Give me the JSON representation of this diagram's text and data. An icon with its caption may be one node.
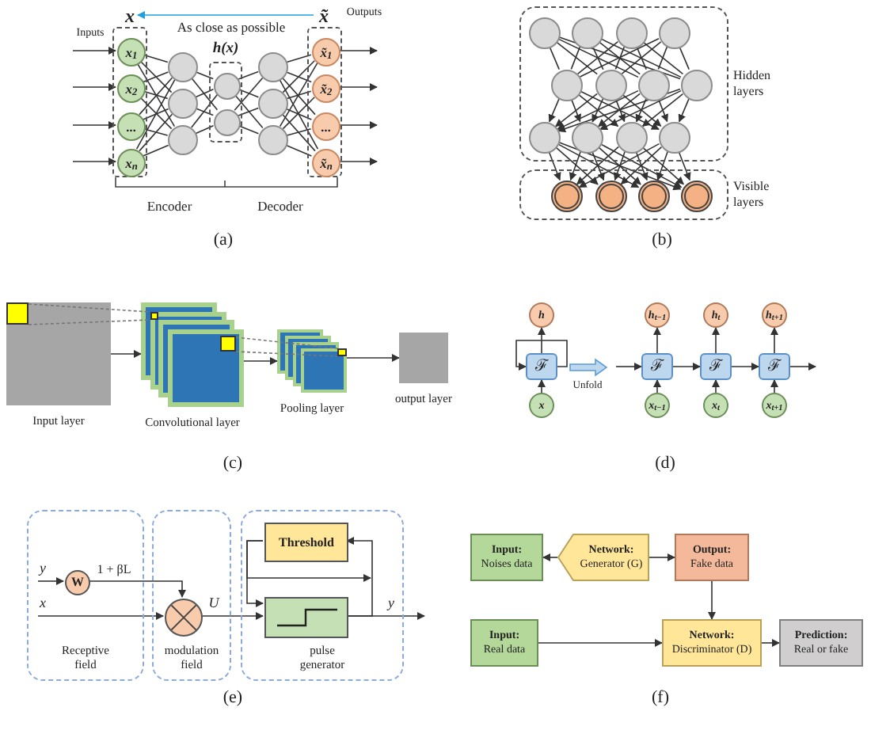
{
  "diagram": {
    "nodes": [
      {
        "text": [
          "x"
        ]
      },
      {
        "text": [
          "x̃"
        ]
      },
      {
        "text": [],
        "shape": "box"
      },
      {
        "text": [
          "x$_{1}$"
        ],
        "in": 2
      },
      {
        "text": [
          "x$_{2}$"
        ],
        "in": 2
      },
      {
        "text": [
          "..."
        ],
        "in": 2
      },
      {
        "text": [
          "x$_{n}$"
        ],
        "in": 2
      },
      {
        "text": [],
        "shape": "circle"
      },
      {
        "text": [],
        "shape": "circle"
      },
      {
        "text": [],
        "shape": "circle"
      },
      {
        "text": [
          "h(x)"
        ]
      },
      {
        "text": [],
        "shape": "circle",
        "in": 10
      },
      {
        "text": [],
        "shape": "circle",
        "in": 10
      },
      {
        "text": [],
        "shape": "circle"
      },
      {
        "text": [],
        "shape": "circle"
      },
      {
        "text": [],
        "shape": "circle"
      },
      {
        "text": [],
        "shape": "box"
      },
      {
        "text": [
          "x̃$_{1}$"
        ],
        "in": 16
      },
      {
        "text": [
          "x̃$_{2}$"
        ],
        "in": 16
      },
      {
        "text": [
          "..."
        ],
        "in": 16
      },
      {
        "text": [
          "x̃$_{n}$"
        ],
        "in": 16
      },
      {
        "text": [
          "Hidden layers"
        ]
      },
      {
        "text": [],
        "shape": "circle",
        "in": 21
      },
      {
        "text": [],
        "shape": "circle",
        "in": 21
      },
      {
        "text": [],
        "shape": "circle",
        "in": 21
      },
      {
        "text": [],
        "shape": "circle",
        "in": 21
      },
      {
        "text": [],
        "shape": "circle",
        "in": 21
      },
      {
        "text": [],
        "shape": "circle",
        "in": 21
      },
      {
        "text": [],
        "shape": "circle",
        "in": 21
      },
      {
        "text": [],
        "shape": "circle",
        "in": 21
      },
      {
        "text": [],
        "shape": "circle",
        "in": 21
      },
      {
        "text": [],
        "shape": "circle",
        "in": 21
      },
      {
        "text": [],
        "shape": "circle",
        "in": 21
      },
      {
        "text": [],
        "shape": "circle",
        "in": 21
      },
      {
        "text": [
          "Visible layers"
        ]
      },
      {
        "text": [],
        "shape": "circle",
        "in": 34
      },
      {
        "text": [],
        "shape": "circle",
        "in": 34
      },
      {
        "text": [],
        "shape": "circle",
        "in": 34
      },
      {
        "text": [],
        "shape": "circle",
        "in": 34
      },
      {
        "text": [
          "Input layer"
        ]
      },
      {
        "text": [
          "Convolutional layer"
        ]
      },
      {
        "text": [
          "Pooling layer"
        ]
      },
      {
        "text": [
          "output layer"
        ]
      },
      {
        "text": [
          "h"
        ]
      },
      {
        "text": [
          "ℱ"
        ]
      },
      {
        "text": [
          "x"
        ]
      },
      {
        "text": [
          "h$_{t−1}$"
        ]
      },
      {
        "text": [
          "ℱ"
        ]
      },
      {
        "text": [
          "x$_{t−1}$"
        ]
      },
      {
        "text": [
          "h$_{t}$"
        ]
      },
      {
        "text": [
          "ℱ"
        ]
      },
      {
        "text": [
          "x$_{t}$"
        ]
      },
      {
        "text": [
          "h$_{t+1}$"
        ]
      },
      {
        "text": [
          "ℱ"
        ]
      },
      {
        "text": [
          "x$_{t+1}$"
        ]
      },
      {
        "text": [
          "Receptive field"
        ]
      },
      {
        "text": [
          "W"
        ],
        "in": 55
      },
      {
        "text": [
          "modulation field"
        ]
      },
      {
        "text": [],
        "shape": "circle",
        "in": 57
      },
      {
        "text": [
          "pulse generator"
        ]
      },
      {
        "text": [
          "Threshold"
        ],
        "in": 59
      },
      {
        "text": [],
        "shape": "box",
        "in": 59
      },
      {
        "text": [
          "Input:",
          "Noises data"
        ]
      },
      {
        "text": [
          "Network:",
          "Generator (G)"
        ]
      },
      {
        "text": [
          "Output:",
          "Fake data"
        ]
      },
      {
        "text": [
          "Input:",
          "Real data"
        ]
      },
      {
        "text": [
          "Network:",
          "Discriminator (D)"
        ]
      },
      {
        "text": [
          "Prediction:",
          "Real or fake"
        ]
      },
      {
        "text": [],
        "shape": "box",
        "in": 39
      },
      {
        "text": [],
        "shape": "box",
        "in": 40
      },
      {
        "text": [],
        "shape": "box"
      },
      {
        "text": [],
        "shape": "box",
        "in": 41
      }
    ],
    "edges": [
      {
        "from": 1,
        "to": 0,
        "arrow": "to",
        "label": "As close as possible",
        "color": "#1f9fe0"
      },
      {
        "from": null,
        "to": 3,
        "arrow": "to"
      },
      {
        "from": null,
        "to": 4,
        "arrow": "to"
      },
      {
        "from": null,
        "to": 5,
        "arrow": "to"
      },
      {
        "from": null,
        "to": 6,
        "arrow": "to"
      },
      {
        "from": 17,
        "to": null,
        "arrow": "to"
      },
      {
        "from": 18,
        "to": null,
        "arrow": "to"
      },
      {
        "from": 19,
        "to": null,
        "arrow": "to"
      },
      {
        "from": 20,
        "to": null,
        "arrow": "to"
      },
      {
        "from": 3,
        "to": 7,
        "arrow": "none"
      },
      {
        "from": 3,
        "to": 8,
        "arrow": "none"
      },
      {
        "from": 3,
        "to": 9,
        "arrow": "none"
      },
      {
        "from": 4,
        "to": 7,
        "arrow": "none"
      },
      {
        "from": 4,
        "to": 8,
        "arrow": "none"
      },
      {
        "from": 4,
        "to": 9,
        "arrow": "none"
      },
      {
        "from": 5,
        "to": 7,
        "arrow": "none"
      },
      {
        "from": 5,
        "to": 8,
        "arrow": "none"
      },
      {
        "from": 5,
        "to": 9,
        "arrow": "none"
      },
      {
        "from": 6,
        "to": 7,
        "arrow": "none"
      },
      {
        "from": 6,
        "to": 8,
        "arrow": "none"
      },
      {
        "from": 6,
        "to": 9,
        "arrow": "none"
      },
      {
        "from": 7,
        "to": 11,
        "arrow": "none"
      },
      {
        "from": 7,
        "to": 12,
        "arrow": "none"
      },
      {
        "from": 8,
        "to": 11,
        "arrow": "none"
      },
      {
        "from": 8,
        "to": 12,
        "arrow": "none"
      },
      {
        "from": 9,
        "to": 11,
        "arrow": "none"
      },
      {
        "from": 9,
        "to": 12,
        "arrow": "none"
      },
      {
        "from": 11,
        "to": 13,
        "arrow": "none"
      },
      {
        "from": 11,
        "to": 14,
        "arrow": "none"
      },
      {
        "from": 11,
        "to": 15,
        "arrow": "none"
      },
      {
        "from": 12,
        "to": 13,
        "arrow": "none"
      },
      {
        "from": 12,
        "to": 14,
        "arrow": "none"
      },
      {
        "from": 12,
        "to": 15,
        "arrow": "none"
      },
      {
        "from": 13,
        "to": 17,
        "arrow": "none"
      },
      {
        "from": 13,
        "to": 18,
        "arrow": "none"
      },
      {
        "from": 13,
        "to": 19,
        "arrow": "none"
      },
      {
        "from": 13,
        "to": 20,
        "arrow": "none"
      },
      {
        "from": 14,
        "to": 17,
        "arrow": "none"
      },
      {
        "from": 14,
        "to": 18,
        "arrow": "none"
      },
      {
        "from": 14,
        "to": 19,
        "arrow": "none"
      },
      {
        "from": 14,
        "to": 20,
        "arrow": "none"
      },
      {
        "from": 15,
        "to": 17,
        "arrow": "none"
      },
      {
        "from": 15,
        "to": 18,
        "arrow": "none"
      },
      {
        "from": 15,
        "to": 19,
        "arrow": "none"
      },
      {
        "from": 15,
        "to": 20,
        "arrow": "none"
      },
      {
        "from": 22,
        "to": 26,
        "arrow": "none"
      },
      {
        "from": 22,
        "to": 27,
        "arrow": "none"
      },
      {
        "from": 22,
        "to": 28,
        "arrow": "none"
      },
      {
        "from": 22,
        "to": 29,
        "arrow": "none"
      },
      {
        "from": 23,
        "to": 26,
        "arrow": "none"
      },
      {
        "from": 23,
        "to": 27,
        "arrow": "none"
      },
      {
        "from": 23,
        "to": 28,
        "arrow": "none"
      },
      {
        "from": 23,
        "to": 29,
        "arrow": "none"
      },
      {
        "from": 24,
        "to": 26,
        "arrow": "none"
      },
      {
        "from": 24,
        "to": 27,
        "arrow": "none"
      },
      {
        "from": 24,
        "to": 28,
        "arrow": "none"
      },
      {
        "from": 24,
        "to": 29,
        "arrow": "none"
      },
      {
        "from": 25,
        "to": 26,
        "arrow": "none"
      },
      {
        "from": 25,
        "to": 27,
        "arrow": "none"
      },
      {
        "from": 25,
        "to": 28,
        "arrow": "none"
      },
      {
        "from": 25,
        "to": 29,
        "arrow": "none"
      },
      {
        "from": 26,
        "to": 30,
        "arrow": "to"
      },
      {
        "from": 26,
        "to": 31,
        "arrow": "to"
      },
      {
        "from": 26,
        "to": 32,
        "arrow": "to"
      },
      {
        "from": 26,
        "to": 33,
        "arrow": "to"
      },
      {
        "from": 27,
        "to": 30,
        "arrow": "to"
      },
      {
        "from": 27,
        "to": 31,
        "arrow": "to"
      },
      {
        "from": 27,
        "to": 32,
        "arrow": "to"
      },
      {
        "from": 27,
        "to": 33,
        "arrow": "to"
      },
      {
        "from": 28,
        "to": 30,
        "arrow": "to"
      },
      {
        "from": 28,
        "to": 31,
        "arrow": "to"
      },
      {
        "from": 28,
        "to": 32,
        "arrow": "to"
      },
      {
        "from": 28,
        "to": 33,
        "arrow": "to"
      },
      {
        "from": 29,
        "to": 30,
        "arrow": "to"
      },
      {
        "from": 29,
        "to": 31,
        "arrow": "to"
      },
      {
        "from": 29,
        "to": 32,
        "arrow": "to"
      },
      {
        "from": 29,
        "to": 33,
        "arrow": "to"
      },
      {
        "from": 30,
        "to": 35,
        "arrow": "to"
      },
      {
        "from": 30,
        "to": 36,
        "arrow": "to"
      },
      {
        "from": 30,
        "to": 37,
        "arrow": "to"
      },
      {
        "from": 30,
        "to": 38,
        "arrow": "to"
      },
      {
        "from": 31,
        "to": 35,
        "arrow": "to"
      },
      {
        "from": 31,
        "to": 36,
        "arrow": "to"
      },
      {
        "from": 31,
        "to": 37,
        "arrow": "to"
      },
      {
        "from": 31,
        "to": 38,
        "arrow": "to"
      },
      {
        "from": 32,
        "to": 35,
        "arrow": "to"
      },
      {
        "from": 32,
        "to": 36,
        "arrow": "to"
      },
      {
        "from": 32,
        "to": 37,
        "arrow": "to"
      },
      {
        "from": 32,
        "to": 38,
        "arrow": "to"
      },
      {
        "from": 33,
        "to": 35,
        "arrow": "to"
      },
      {
        "from": 33,
        "to": 36,
        "arrow": "to"
      },
      {
        "from": 33,
        "to": 37,
        "arrow": "to"
      },
      {
        "from": 33,
        "to": 38,
        "arrow": "to"
      },
      {
        "from": 39,
        "to": 40,
        "arrow": "to"
      },
      {
        "from": 40,
        "to": 41,
        "arrow": "to"
      },
      {
        "from": 41,
        "to": 42,
        "arrow": "to"
      },
      {
        "from": 45,
        "to": 44,
        "arrow": "to"
      },
      {
        "from": 44,
        "to": 43,
        "arrow": "to"
      },
      {
        "from": 44,
        "to": 44,
        "arrow": "to"
      },
      {
        "from": 48,
        "to": 47,
        "arrow": "to"
      },
      {
        "from": 47,
        "to": 46,
        "arrow": "to"
      },
      {
        "from": 51,
        "to": 50,
        "arrow": "to"
      },
      {
        "from": 50,
        "to": 49,
        "arrow": "to"
      },
      {
        "from": 54,
        "to": 53,
        "arrow": "to"
      },
      {
        "from": 53,
        "to": 52,
        "arrow": "to"
      },
      {
        "from": null,
        "to": 47,
        "arrow": "to"
      },
      {
        "from": 47,
        "to": 50,
        "arrow": "to"
      },
      {
        "from": 50,
        "to": 53,
        "arrow": "to"
      },
      {
        "from": 53,
        "to": null,
        "arrow": "to"
      },
      {
        "from": 55,
        "to": 56,
        "arrow": "to",
        "label": "y"
      },
      {
        "from": 56,
        "to": 58,
        "arrow": "to",
        "label": "1 + βL"
      },
      {
        "from": 55,
        "to": 58,
        "arrow": "to",
        "label": "x"
      },
      {
        "from": 58,
        "to": 61,
        "arrow": "to",
        "label": "U"
      },
      {
        "from": 61,
        "to": null,
        "arrow": "to",
        "label": "y"
      },
      {
        "from": 61,
        "to": 60,
        "arrow": "to"
      },
      {
        "from": 60,
        "to": 61,
        "arrow": "to"
      },
      {
        "from": 63,
        "to": 62,
        "arrow": "to"
      },
      {
        "from": 63,
        "to": 64,
        "arrow": "to"
      },
      {
        "from": 64,
        "to": 66,
        "arrow": "to"
      },
      {
        "from": 65,
        "to": 66,
        "arrow": "to"
      },
      {
        "from": 66,
        "to": 67,
        "arrow": "to"
      },
      {
        "from": 68,
        "to": 69,
        "arrow": "none",
        "style": "dashed",
        "color": "#777777"
      },
      {
        "from": 68,
        "to": 69,
        "arrow": "none",
        "style": "dashed",
        "color": "#777777"
      },
      {
        "from": 70,
        "to": 71,
        "arrow": "none",
        "style": "dashed",
        "color": "#777777"
      },
      {
        "from": 70,
        "to": 71,
        "arrow": "none",
        "style": "dashed",
        "color": "#777777"
      },
      {
        "from": 60,
        "to": null,
        "arrow": "to"
      }
    ],
    "labels": [
      "Inputs",
      "Outputs",
      "Encoder",
      "Decoder",
      "(a)",
      "(b)",
      "(c)",
      "Unfold",
      "(d)",
      "(e)",
      "(f)"
    ]
  }
}
